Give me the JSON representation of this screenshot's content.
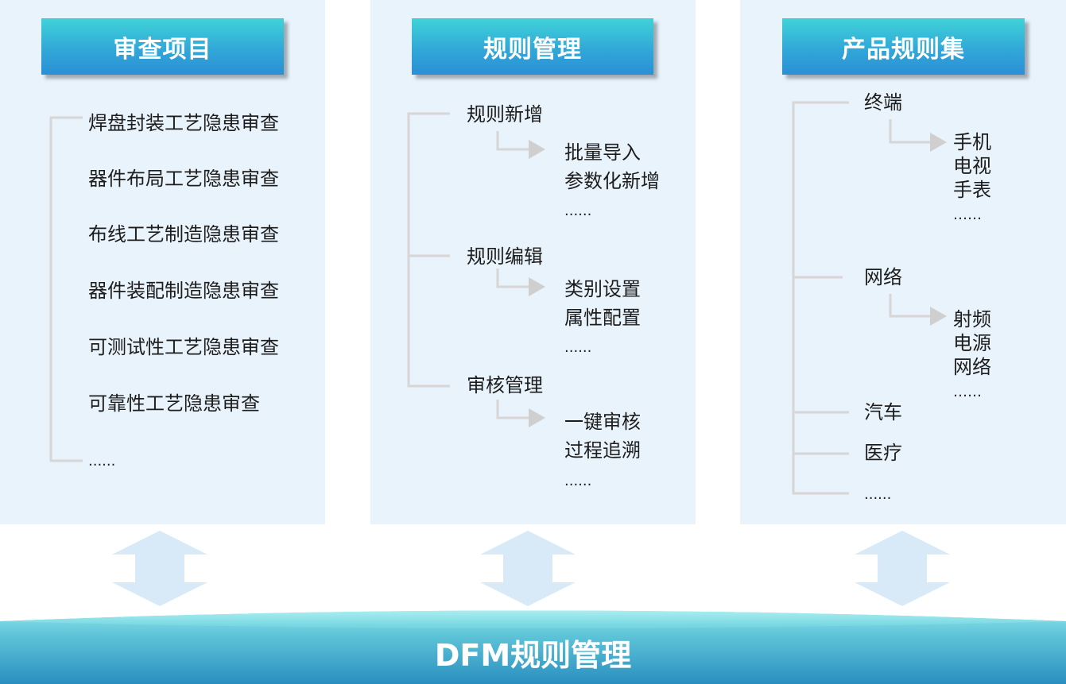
{
  "panels": {
    "review": {
      "title": "审查项目",
      "items": [
        "焊盘封装工艺隐患审查",
        "器件布局工艺隐患审查",
        "布线工艺制造隐患审查",
        "器件装配制造隐患审查",
        "可测试性工艺隐患审查",
        "可靠性工艺隐患审查"
      ],
      "more": "......"
    },
    "rules": {
      "title": "规则管理",
      "groups": [
        {
          "label": "规则新增",
          "children": [
            "批量导入",
            "参数化新增"
          ],
          "more": "......"
        },
        {
          "label": "规则编辑",
          "children": [
            "类别设置",
            "属性配置"
          ],
          "more": "......"
        },
        {
          "label": "审核管理",
          "children": [
            "一键审核",
            "过程追溯"
          ],
          "more": "......"
        }
      ]
    },
    "products": {
      "title": "产品规则集",
      "groups": [
        {
          "label": "终端",
          "children": [
            "手机",
            "电视",
            "手表"
          ],
          "more": "……"
        },
        {
          "label": "网络",
          "children": [
            "射频",
            "电源",
            "网络"
          ],
          "more": "……"
        },
        {
          "label": "汽车"
        },
        {
          "label": "医疗"
        }
      ],
      "more": "......"
    }
  },
  "base": {
    "title": "DFM规则管理"
  },
  "colors": {
    "header_top": "#3fd3d8",
    "header_bottom": "#2b8fd6",
    "panel_bg": "#e9f3fb",
    "arrow": "#d8eaf8",
    "tree_line": "#d6d6d6",
    "base_top": "#8ee3ea",
    "base_bottom": "#2a8fbf"
  }
}
